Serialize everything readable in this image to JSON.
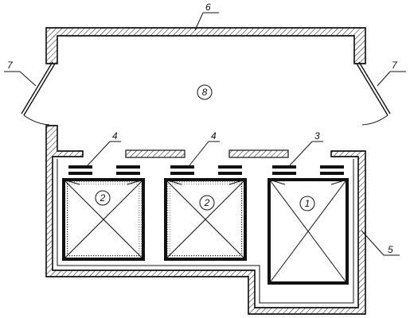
{
  "labels": {
    "l1": "1",
    "l2a": "2",
    "l2b": "2",
    "l3": "3",
    "l4a": "4",
    "l4b": "4",
    "l5": "5",
    "l6": "6",
    "l7a": "7",
    "l7b": "7",
    "l8": "8"
  },
  "colors": {
    "line": "#111111",
    "background": "#ffffff"
  }
}
